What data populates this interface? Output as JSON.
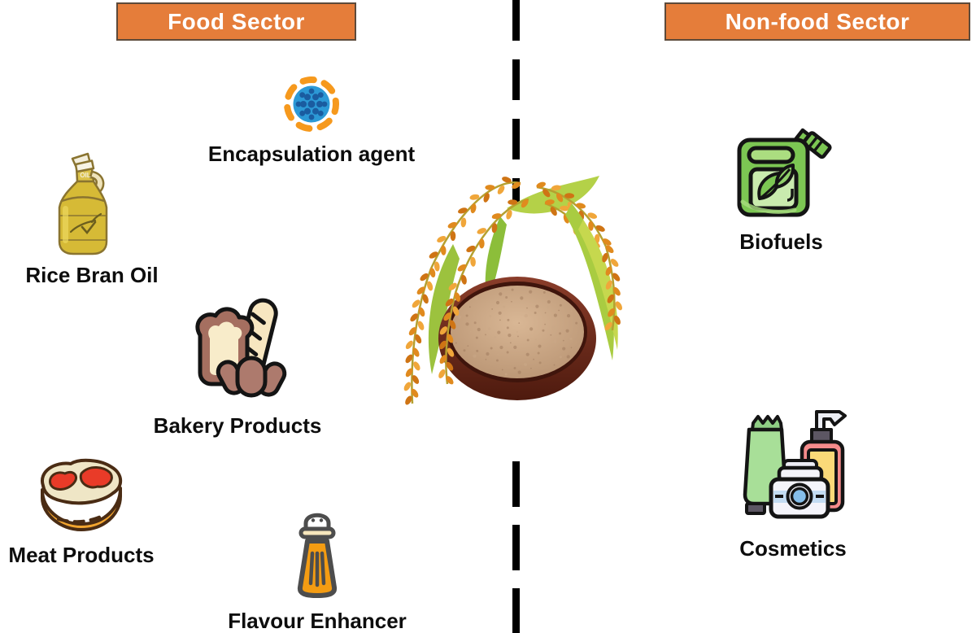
{
  "sectors": {
    "food": {
      "title": "Food Sector",
      "items": [
        {
          "label": "Encapsulation agent",
          "icon": "encapsulation-agent-icon"
        },
        {
          "label": "Rice Bran Oil",
          "icon": "oil-bottle-icon"
        },
        {
          "label": "Bakery Products",
          "icon": "bakery-icon"
        },
        {
          "label": "Meat Products",
          "icon": "meat-steak-icon"
        },
        {
          "label": "Flavour Enhancer",
          "icon": "salt-shaker-icon"
        }
      ]
    },
    "nonfood": {
      "title": "Non-food Sector",
      "items": [
        {
          "label": "Biofuels",
          "icon": "fuel-can-icon"
        },
        {
          "label": "Cosmetics",
          "icon": "cosmetics-icon"
        }
      ]
    }
  },
  "center": {
    "subject": "rice-panicles-over-bowl-of-rice-bran"
  },
  "colors": {
    "header_bg": "#e57d3a",
    "header_border": "#5d4a3a",
    "header_text": "#ffffff",
    "label_text": "#0d0d0d",
    "divider": "#000000",
    "grain_orange": "#e08a1e",
    "leaf_green": "#a9cc41",
    "bowl_brown": "#6e2b1b",
    "bran_tan": "#c7a283"
  }
}
